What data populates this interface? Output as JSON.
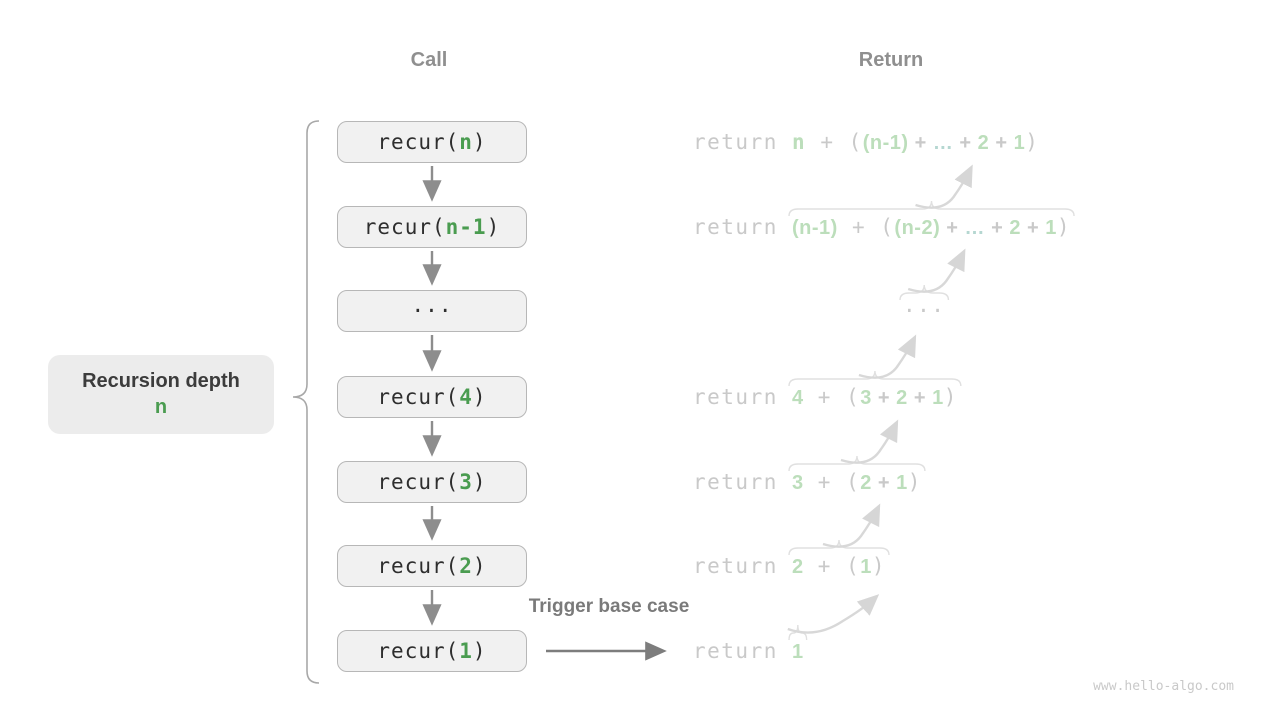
{
  "figure": {
    "header_call": "Call",
    "header_return": "Return",
    "watermark": "www.hello-algo.com"
  },
  "labels": {
    "recursion_depth_line1": "Recursion depth",
    "recursion_depth_line2": "n",
    "trigger_base_case": "Trigger base case"
  },
  "colors": {
    "accent_green": "#4a9c50",
    "faded_green": "#bcdebb",
    "faded_teal": "#b5d7d1",
    "faded_gray": "#c9c9c9",
    "box_bg": "#f1f1f1",
    "box_border": "#b7b7b7",
    "header_gray": "#8f8f8f",
    "arrow_gray": "#8d8d8d",
    "brace_light": "#e0e0e0"
  },
  "call_column": {
    "boxes": [
      {
        "tokens": [
          {
            "t": "recur(",
            "c": "code"
          },
          {
            "t": "n",
            "c": "arg"
          },
          {
            "t": ")",
            "c": "code"
          }
        ]
      },
      {
        "tokens": [
          {
            "t": "recur(",
            "c": "code"
          },
          {
            "t": "n-1",
            "c": "arg"
          },
          {
            "t": ")",
            "c": "code"
          }
        ]
      },
      {
        "tokens": [
          {
            "t": "···",
            "c": "code"
          }
        ]
      },
      {
        "tokens": [
          {
            "t": "recur(",
            "c": "code"
          },
          {
            "t": "4",
            "c": "arg"
          },
          {
            "t": ")",
            "c": "code"
          }
        ]
      },
      {
        "tokens": [
          {
            "t": "recur(",
            "c": "code"
          },
          {
            "t": "3",
            "c": "arg"
          },
          {
            "t": ")",
            "c": "code"
          }
        ]
      },
      {
        "tokens": [
          {
            "t": "recur(",
            "c": "code"
          },
          {
            "t": "2",
            "c": "arg"
          },
          {
            "t": ")",
            "c": "code"
          }
        ]
      },
      {
        "tokens": [
          {
            "t": "recur(",
            "c": "code"
          },
          {
            "t": "1",
            "c": "arg"
          },
          {
            "t": ")",
            "c": "code"
          }
        ]
      }
    ]
  },
  "return_column": {
    "lines": [
      {
        "tokens": [
          {
            "t": "return ",
            "f": "mono",
            "c": "gray"
          },
          {
            "t": "n",
            "f": "mono",
            "c": "green",
            "b": true
          },
          {
            "t": " + (",
            "f": "mono",
            "c": "gray"
          },
          {
            "t": "(n-1)",
            "f": "sans",
            "c": "green"
          },
          {
            "t": " + ",
            "f": "sans",
            "c": "gray"
          },
          {
            "t": "…",
            "f": "sans",
            "c": "teal"
          },
          {
            "t": " + ",
            "f": "sans",
            "c": "gray"
          },
          {
            "t": "2",
            "f": "sans",
            "c": "green"
          },
          {
            "t": " + ",
            "f": "sans",
            "c": "gray"
          },
          {
            "t": "1",
            "f": "sans",
            "c": "green"
          },
          {
            "t": ")",
            "f": "mono",
            "c": "gray"
          }
        ]
      },
      {
        "tokens": [
          {
            "t": "return ",
            "f": "mono",
            "c": "gray"
          },
          {
            "t": "(n-1)",
            "f": "sans",
            "c": "green"
          },
          {
            "t": " + (",
            "f": "mono",
            "c": "gray"
          },
          {
            "t": "(n-2)",
            "f": "sans",
            "c": "green"
          },
          {
            "t": " + ",
            "f": "sans",
            "c": "gray"
          },
          {
            "t": "…",
            "f": "sans",
            "c": "teal"
          },
          {
            "t": " + ",
            "f": "sans",
            "c": "gray"
          },
          {
            "t": "2",
            "f": "sans",
            "c": "green"
          },
          {
            "t": " + ",
            "f": "sans",
            "c": "gray"
          },
          {
            "t": "1",
            "f": "sans",
            "c": "green"
          },
          {
            "t": ")",
            "f": "mono",
            "c": "gray"
          }
        ]
      },
      {
        "tokens": [
          {
            "t": "···",
            "f": "mono",
            "c": "gray"
          }
        ]
      },
      {
        "tokens": [
          {
            "t": "return ",
            "f": "mono",
            "c": "gray"
          },
          {
            "t": "4",
            "f": "sans",
            "c": "green"
          },
          {
            "t": " + (",
            "f": "mono",
            "c": "gray"
          },
          {
            "t": "3",
            "f": "sans",
            "c": "green"
          },
          {
            "t": " + ",
            "f": "sans",
            "c": "gray"
          },
          {
            "t": "2",
            "f": "sans",
            "c": "green"
          },
          {
            "t": " + ",
            "f": "sans",
            "c": "gray"
          },
          {
            "t": "1",
            "f": "sans",
            "c": "green"
          },
          {
            "t": ")",
            "f": "mono",
            "c": "gray"
          }
        ]
      },
      {
        "tokens": [
          {
            "t": "return ",
            "f": "mono",
            "c": "gray"
          },
          {
            "t": "3",
            "f": "sans",
            "c": "green"
          },
          {
            "t": " + (",
            "f": "mono",
            "c": "gray"
          },
          {
            "t": "2",
            "f": "sans",
            "c": "green"
          },
          {
            "t": " + ",
            "f": "sans",
            "c": "gray"
          },
          {
            "t": "1",
            "f": "sans",
            "c": "green"
          },
          {
            "t": ")",
            "f": "mono",
            "c": "gray"
          }
        ]
      },
      {
        "tokens": [
          {
            "t": "return ",
            "f": "mono",
            "c": "gray"
          },
          {
            "t": "2",
            "f": "sans",
            "c": "green"
          },
          {
            "t": " + (",
            "f": "mono",
            "c": "gray"
          },
          {
            "t": "1",
            "f": "sans",
            "c": "green"
          },
          {
            "t": ")",
            "f": "mono",
            "c": "gray"
          }
        ]
      },
      {
        "tokens": [
          {
            "t": "return ",
            "f": "mono",
            "c": "gray"
          },
          {
            "t": "1",
            "f": "sans",
            "c": "green"
          }
        ]
      }
    ]
  }
}
